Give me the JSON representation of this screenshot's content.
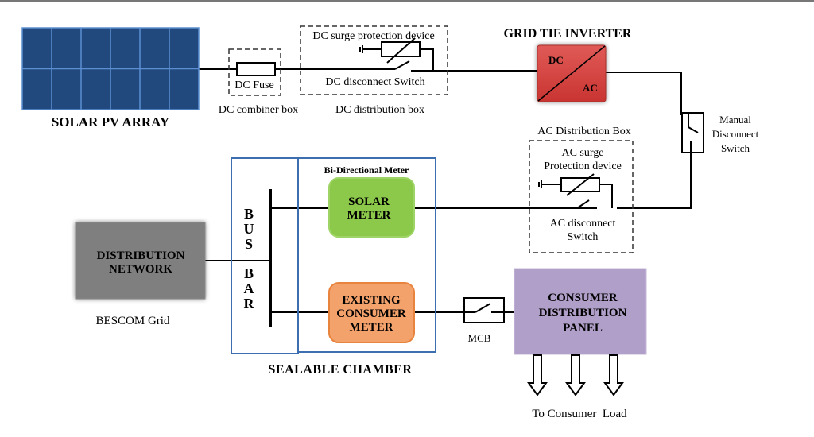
{
  "diagram": {
    "title": "Grid-tied rooftop solar PV system schematic",
    "solar_array": {
      "label": "SOLAR PV ARRAY",
      "rows": 2,
      "cols": 6
    },
    "dc_combiner": {
      "inner_label": "DC Fuse",
      "caption": "DC combiner box"
    },
    "dc_distribution": {
      "surge_label": "DC surge protection device",
      "switch_label": "DC disconnect Switch",
      "caption": "DC distribution box"
    },
    "inverter": {
      "title": "GRID TIE INVERTER",
      "dc_label": "DC",
      "ac_label": "AC"
    },
    "manual_switch": {
      "lines": [
        "Manual",
        "Disconnect",
        "Switch"
      ]
    },
    "ac_distribution": {
      "caption": "AC Distribution Box",
      "surge_lines": [
        "AC surge",
        "Protection device"
      ],
      "switch_lines": [
        "AC disconnect",
        "Switch"
      ]
    },
    "bus_bar": {
      "letters_top": [
        "B",
        "U",
        "S"
      ],
      "letters_bottom": [
        "B",
        "A",
        "R"
      ]
    },
    "bidirectional_meter": {
      "label": "Bi-Directional Meter"
    },
    "solar_meter": {
      "lines": [
        "SOLAR",
        "METER"
      ]
    },
    "consumer_meter": {
      "lines": [
        "EXISTING",
        "CONSUMER",
        "METER"
      ]
    },
    "chamber": {
      "caption": "SEALABLE CHAMBER"
    },
    "distribution_network": {
      "lines": [
        "DISTRIBUTION",
        "NETWORK"
      ],
      "caption": "BESCOM Grid"
    },
    "mcb": {
      "label": "MCB"
    },
    "consumer_panel": {
      "lines": [
        "CONSUMER",
        "DISTRIBUTION",
        "PANEL"
      ]
    },
    "load": {
      "caption": "To Consumer  Load",
      "arrow_count": 3
    },
    "colors": {
      "solar_panel": "#22497d",
      "solar_grid": "#5b8fd1",
      "inverter": "#d9413f",
      "solar_meter": "#8cc94a",
      "consumer_meter": "#f4a26c",
      "consumer_meter_border": "#e8843e",
      "distribution_network": "#7f7f7f",
      "consumer_panel": "#b09fc8",
      "chamber_border": "#3d6fb0"
    }
  }
}
